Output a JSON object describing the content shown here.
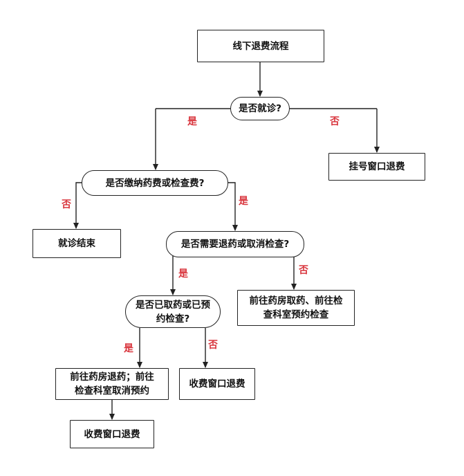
{
  "nodes": {
    "start": "线下退费流程",
    "q_visited": "是否就诊?",
    "registration_refund": "挂号窗口退费",
    "q_paid": "是否缴纳药费或检查费?",
    "visit_end": "就诊结束",
    "q_refund_or_cancel": "是否需要退药或取消检查?",
    "go_get_or_book_line1": "前往药房取药、前往检",
    "go_get_or_book_line2": "查科室预约检查",
    "q_taken_or_booked_line1": "是否已取药或已预",
    "q_taken_or_booked_line2": "约检查?",
    "return_or_cancel_line1": "前往药房退药；前往",
    "return_or_cancel_line2": "检查科室取消预约",
    "cashier_refund_right": "收费窗口退费",
    "cashier_refund_bottom": "收费窗口退费"
  },
  "labels": {
    "yes": "是",
    "no": "否"
  },
  "colors": {
    "line": "#222222",
    "yes_no": "#d9363e"
  }
}
